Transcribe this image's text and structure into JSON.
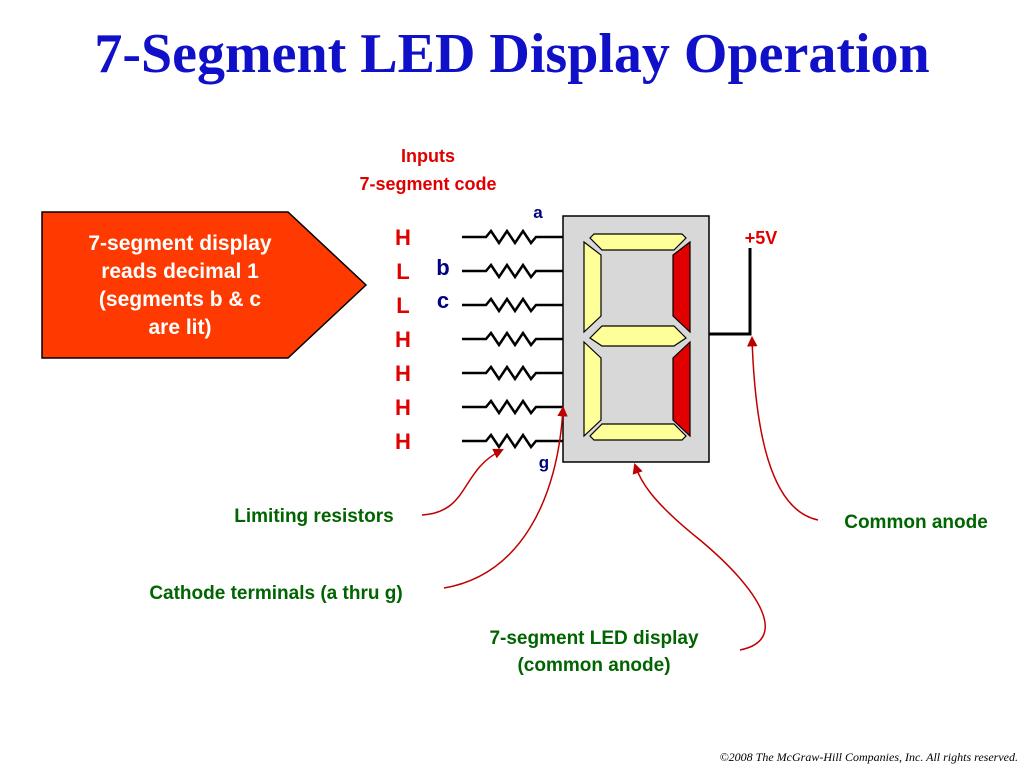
{
  "title": "7-Segment LED Display Operation",
  "inputs_label": [
    "Inputs",
    "7-segment code"
  ],
  "input_levels": [
    "H",
    "L",
    "L",
    "H",
    "H",
    "H",
    "H"
  ],
  "segment_labels": {
    "a": "a",
    "b": "b",
    "c": "c",
    "g": "g"
  },
  "supply_label": "+5V",
  "callout": {
    "lines": [
      "7-segment display",
      "reads decimal 1",
      "(segments b & c",
      "are lit)"
    ]
  },
  "labels": {
    "limiting_resistors": "Limiting resistors",
    "cathode_terminals": "Cathode terminals (a thru g)",
    "display": [
      "7-segment LED display",
      "(common anode)"
    ],
    "common_anode": "Common anode"
  },
  "segments": {
    "a": {
      "lit": false
    },
    "b": {
      "lit": true
    },
    "c": {
      "lit": true
    },
    "d": {
      "lit": false
    },
    "e": {
      "lit": false
    },
    "f": {
      "lit": false
    },
    "g": {
      "lit": false
    }
  },
  "colors": {
    "title": "#1010c8",
    "callout_bg": "#ff3a00",
    "lit_segment": "#e00000",
    "unlit_segment": "#ffff99",
    "body": "#d8d8d8",
    "labels_red": "#e00000",
    "labels_green": "#006400"
  },
  "copyright": "©2008 The McGraw-Hill Companies, Inc. All rights reserved."
}
